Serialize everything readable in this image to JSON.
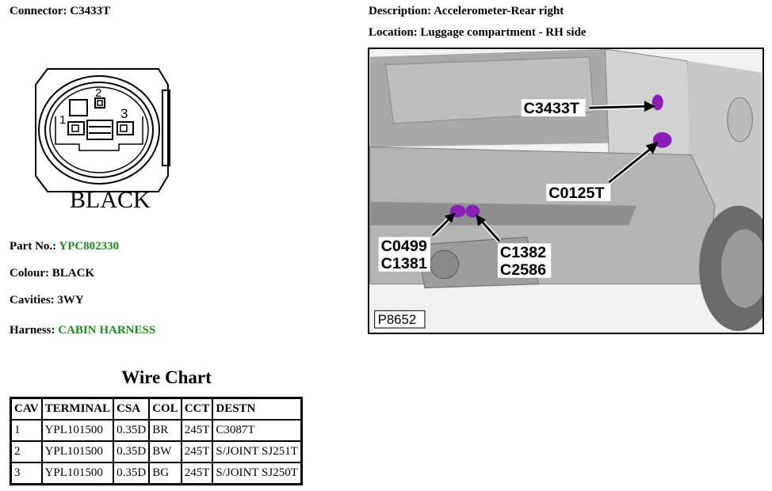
{
  "header": {
    "connector_label": "Connector:",
    "connector_value": "C3433T",
    "description_label": "Description:",
    "description_value": "Accelerometer-Rear right",
    "location_label": "Location:",
    "location_value": "Luggage compartment - RH side"
  },
  "connector": {
    "color_text": "BLACK",
    "pins": [
      "1",
      "2",
      "3"
    ]
  },
  "details": {
    "part_no_label": "Part No.:",
    "part_no_value": "YPC802330",
    "colour_label": "Colour:",
    "colour_value": "BLACK",
    "cavities_label": "Cavities:",
    "cavities_value": "3WY",
    "harness_label": "Harness:",
    "harness_value": "CABIN HARNESS"
  },
  "photo": {
    "callouts": [
      "C3433T",
      "C0125T",
      "C0499",
      "C1381",
      "C1382",
      "C2586"
    ],
    "ref": "P8652"
  },
  "wire_chart": {
    "title": "Wire Chart",
    "columns": [
      "CAV",
      "TERMINAL",
      "CSA",
      "COL",
      "CCT",
      "DESTN"
    ],
    "rows": [
      [
        "1",
        "YPL101500",
        "0.35D",
        "BR",
        "245T",
        "C3087T"
      ],
      [
        "2",
        "YPL101500",
        "0.35D",
        "BW",
        "245T",
        "S/JOINT SJ251T"
      ],
      [
        "3",
        "YPL101500",
        "0.35D",
        "BG",
        "245T",
        "S/JOINT SJ250T"
      ]
    ]
  },
  "colors": {
    "link_green": "#1f8a1f",
    "highlight_purple": "#8a1fb8"
  }
}
